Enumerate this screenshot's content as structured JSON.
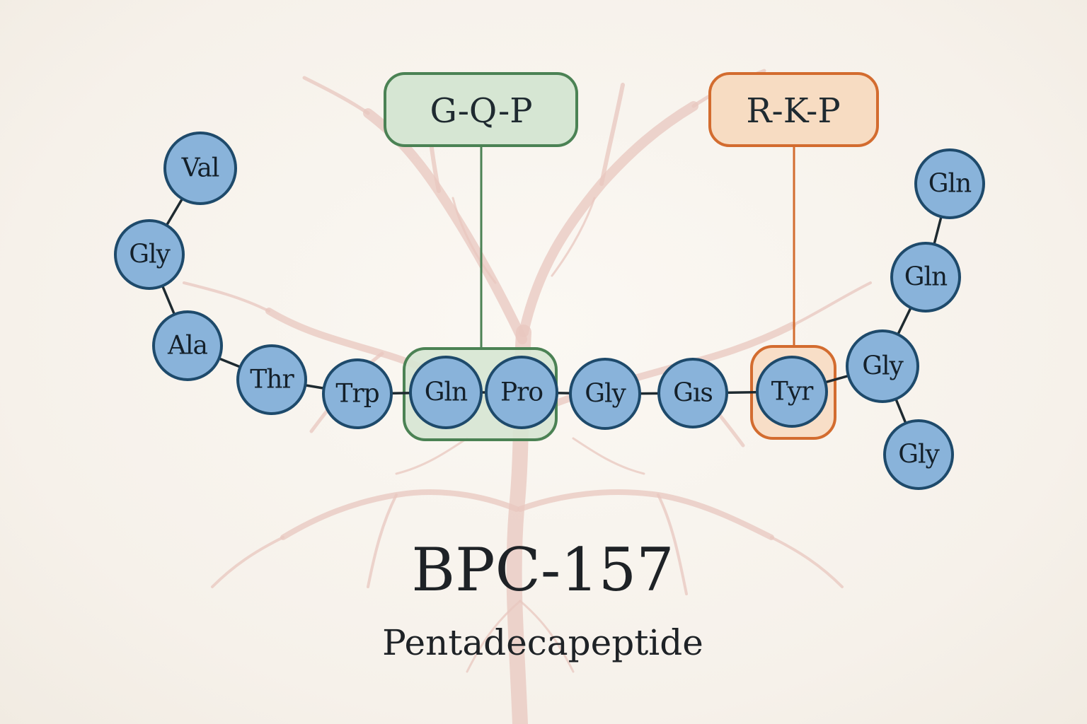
{
  "title": "BPC-157",
  "subtitle": "Pentadecapeptide",
  "colors": {
    "residue_fill": "#89b3da",
    "residue_stroke": "#1e4a6b",
    "motif_green_fill": "#d6e6d3",
    "motif_green_stroke": "#4b8254",
    "motif_orange_fill": "#f7dcc2",
    "motif_orange_stroke": "#d36c2f",
    "background_vessels": "#e8c7bf"
  },
  "residues": [
    "Val",
    "Gly",
    "Ala",
    "Thr",
    "Trp",
    "Gln",
    "Pro",
    "Gly",
    "Gıs",
    "Tyr",
    "Gly",
    "Gln",
    "Gln",
    "Gly"
  ],
  "motifs": [
    {
      "label": "G-Q-P",
      "color": "green",
      "covers": [
        "Gln",
        "Pro"
      ]
    },
    {
      "label": "R-K-P",
      "color": "orange",
      "covers": [
        "Tyr"
      ]
    }
  ]
}
